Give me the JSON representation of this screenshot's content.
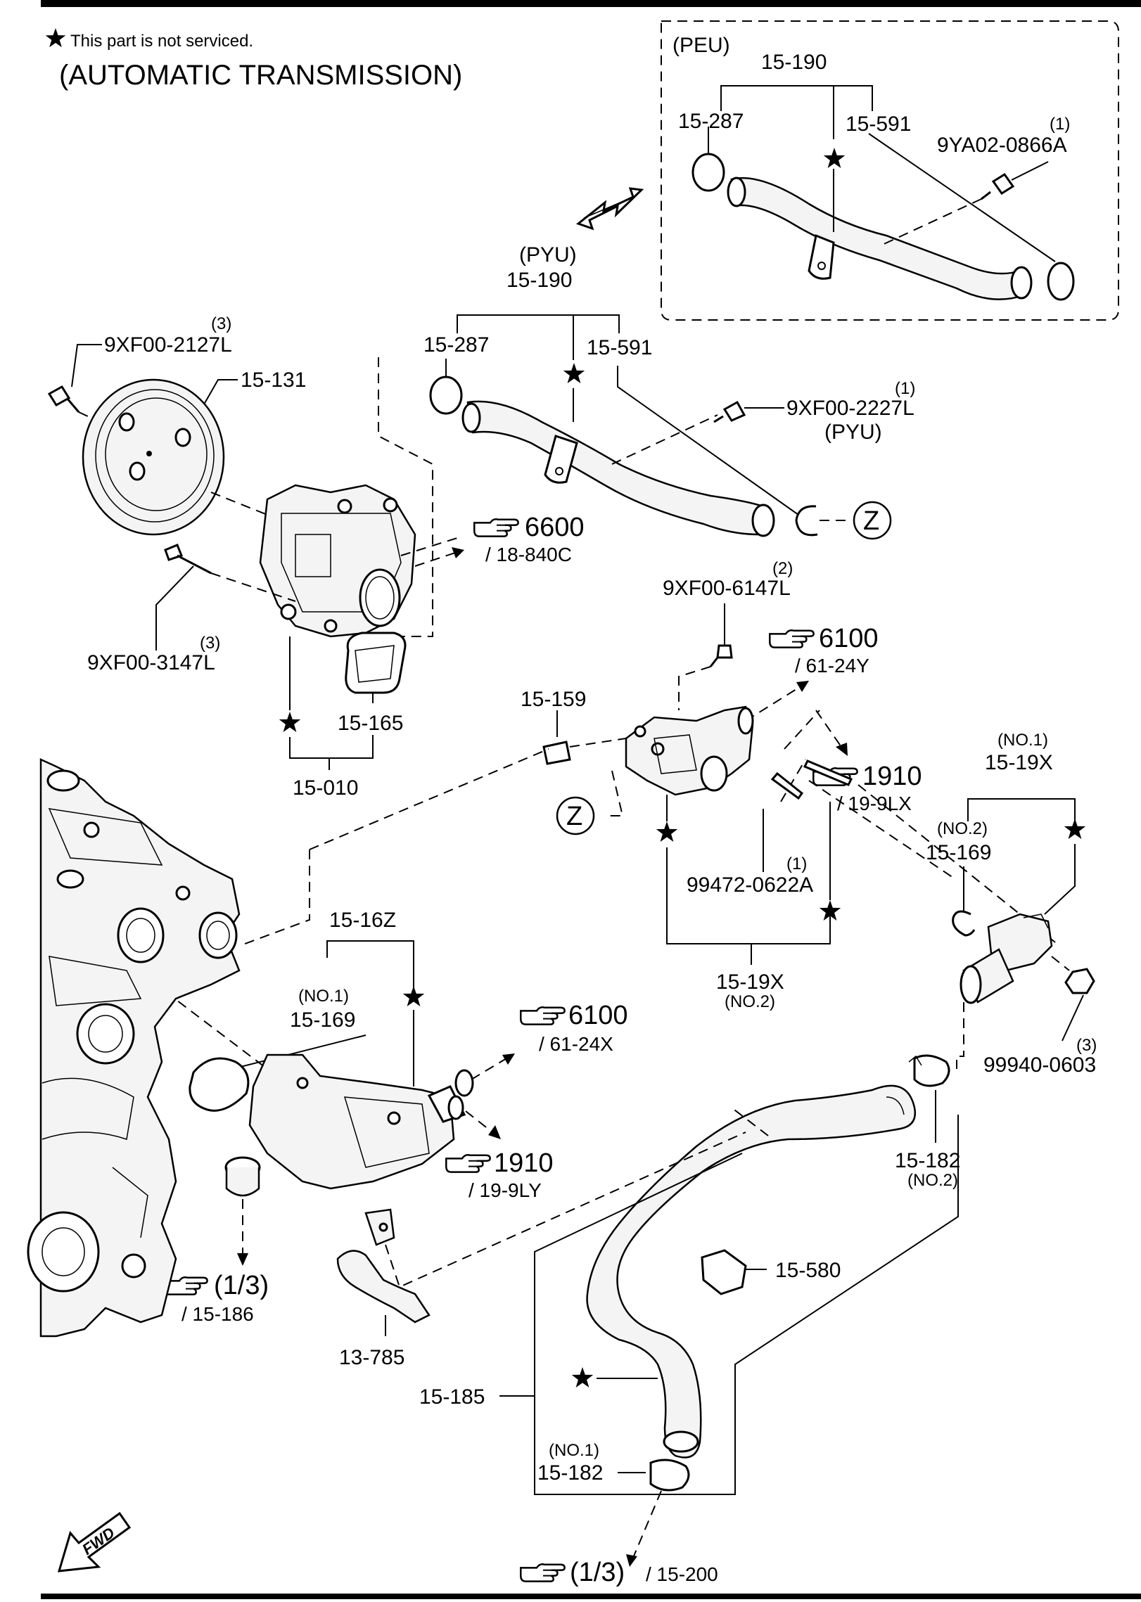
{
  "legend": {
    "text": "This part is not serviced."
  },
  "title": "(AUTOMATIC TRANSMISSION)",
  "peu_box": {
    "variant": "(PEU)",
    "assembly": "15-190",
    "o_ring": "15-287",
    "pipe": "15-591",
    "bolt_qty": "(1)",
    "bolt": "9YA02-0866A"
  },
  "pyu": {
    "variant": "(PYU)",
    "assembly": "15-190",
    "o_ring": "15-287",
    "pipe": "15-591",
    "bolt_qty": "(1)",
    "bolt": "9XF00-2227L",
    "bolt_variant": "(PYU)"
  },
  "pulley_bolt": {
    "qty": "(3)",
    "part": "9XF00-2127L"
  },
  "pulley": "15-131",
  "pump_bolt": {
    "qty": "(3)",
    "part": "9XF00-3147L"
  },
  "gasket": "15-165",
  "water_pump": "15-010",
  "ref_6600": {
    "num": "6600",
    "sub": "/ 18-840C"
  },
  "thermostat_bolt": {
    "qty": "(2)",
    "part": "9XF00-6147L"
  },
  "ref_6100_a": {
    "num": "6100",
    "sub": "/ 61-24Y"
  },
  "gasket_159": "15-159",
  "ref_1910_a": {
    "num": "1910",
    "sub": "/ 19-9LX"
  },
  "stud": {
    "qty": "(1)",
    "part": "99472-0622A"
  },
  "connector_no2": {
    "part": "15-19X",
    "note": "(NO.2)"
  },
  "connector_no1": {
    "note": "(NO.1)",
    "part": "15-19X"
  },
  "o_ring_no2": {
    "note": "(NO.2)",
    "part": "15-169"
  },
  "nut": {
    "qty": "(3)",
    "part": "99940-0603"
  },
  "case_16z": "15-16Z",
  "o_ring_no1": {
    "note": "(NO.1)",
    "part": "15-169"
  },
  "ref_6100_b": {
    "num": "6100",
    "sub": "/ 61-24X"
  },
  "ref_1910_b": {
    "num": "1910",
    "sub": "/ 19-9LY"
  },
  "ref_13": {
    "num": "(1/3)",
    "sub": "/ 15-186"
  },
  "bracket": "13-785",
  "clamp_no2": {
    "part": "15-182",
    "note": "(NO.2)"
  },
  "clip": "15-580",
  "hose": "15-185",
  "clamp_no1": {
    "note": "(NO.1)",
    "part": "15-182"
  },
  "ref_bottom": {
    "num": "(1/3)",
    "sub": "/ 15-200"
  },
  "z_marker": "Z",
  "fwd": "FWD"
}
